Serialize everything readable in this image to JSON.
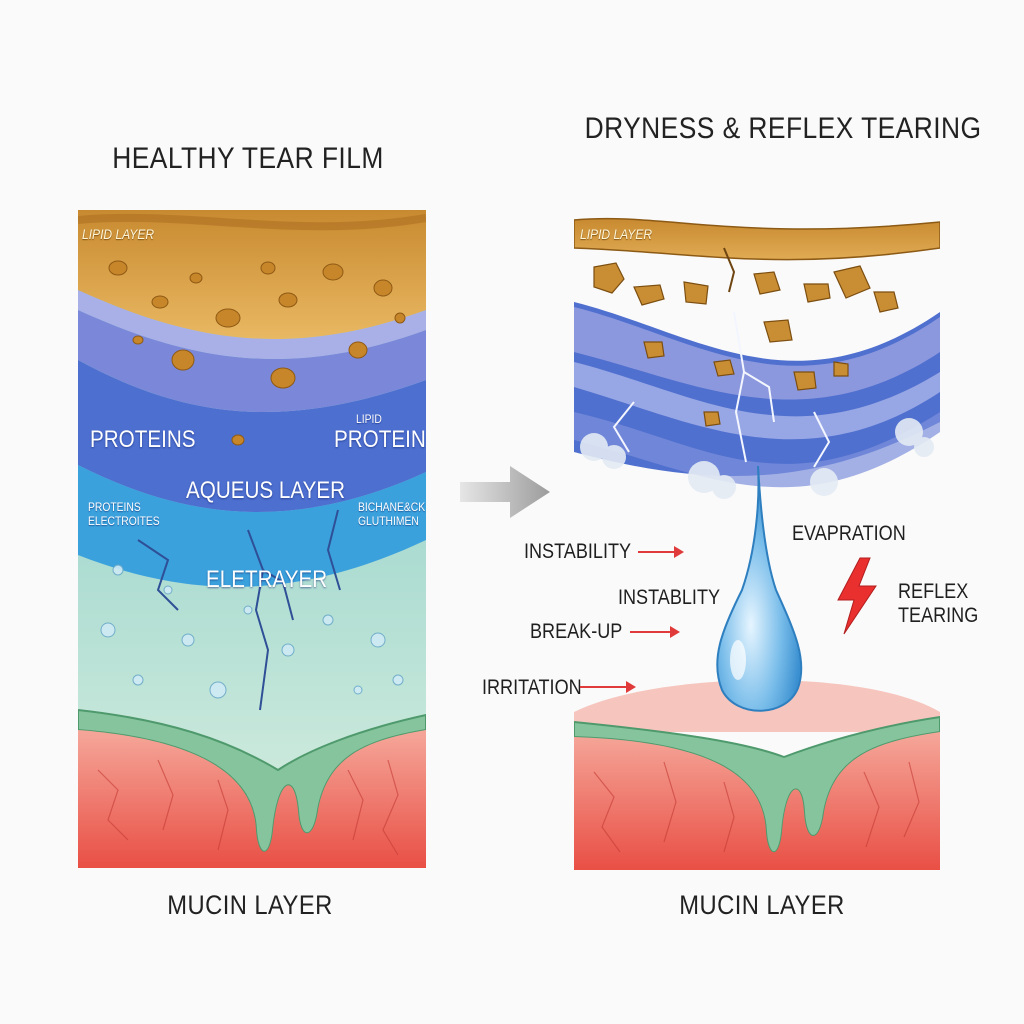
{
  "left": {
    "title": "HEALTHY TEAR FILM",
    "labels": {
      "lipid": "LIPID LAYER",
      "proteins": "PROTEINS",
      "lipid_small": "LIPID",
      "protein": "PROTEIN",
      "aqueous": "AQUEUS LAYER",
      "proteins_electrolytes": [
        "PROTEINS",
        "ELECTROITES"
      ],
      "bicarb": [
        "BICHANE&CK",
        "GLUTHIMEN"
      ],
      "eletrayer": "ELETRAYER"
    },
    "caption": "MUCIN LAYER"
  },
  "right": {
    "title": "DRYNESS & REFLEX TEARING",
    "labels": {
      "lipid": "LIPID LAYER",
      "instability_1": "INSTABILITY",
      "instability_2": "INSTABLITY",
      "breakup": "BREAK-UP",
      "irritation": "IRRITATION",
      "evaporation": "EVAPRATION",
      "reflex": [
        "REFLEX",
        "TEARING"
      ]
    },
    "caption": "MUCIN LAYER"
  },
  "icons": {
    "transition_arrow": "right-arrow-icon",
    "lightning": "lightning-bolt-icon",
    "tear_drop": "tear-drop-icon"
  },
  "colors": {
    "lipid": "#d9a24a",
    "aqueous": "#4f74cf",
    "electrolyte": "#3e9fd8",
    "mucin_zone": "#a9dcc7",
    "mucin_gel": "#7fc29a",
    "tissue": "#ee6a5e",
    "accent_red": "#e03a3a"
  }
}
